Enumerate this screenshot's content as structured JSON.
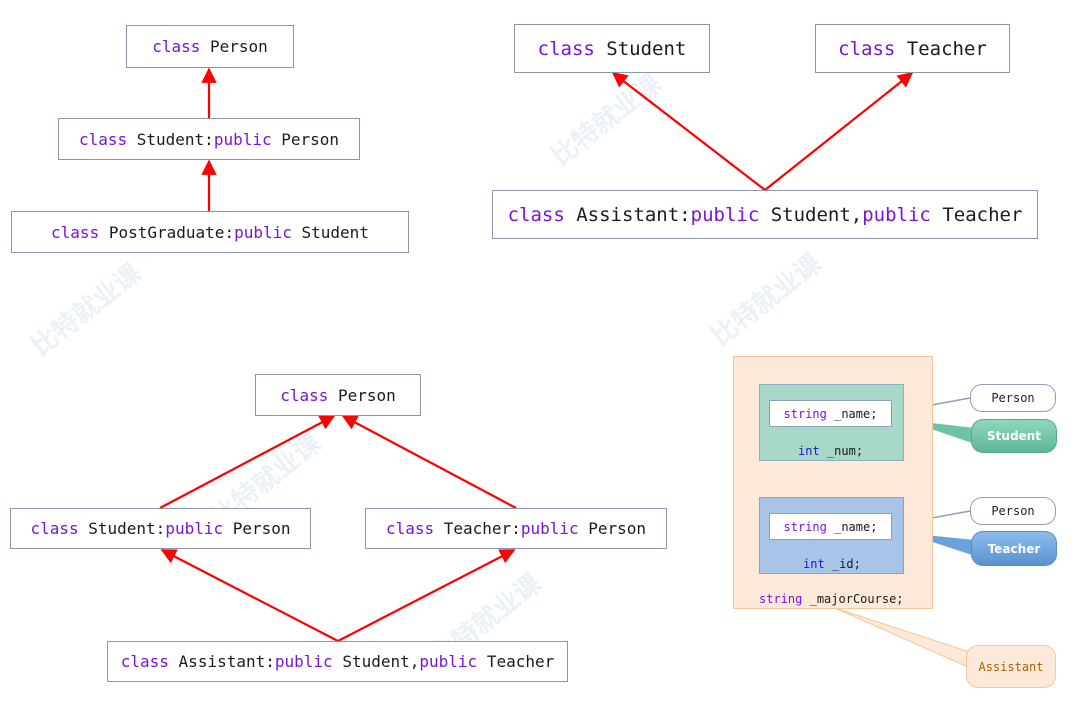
{
  "diagrams": {
    "single_chain": {
      "person": {
        "kw": "class",
        "name": "Person"
      },
      "student": {
        "kw": "class",
        "name": "Student:",
        "kw2": "public",
        "name2": "Person"
      },
      "postgraduate": {
        "kw": "class",
        "name": "PostGraduate:",
        "kw2": "public",
        "name2": "Student"
      }
    },
    "multiple": {
      "student": {
        "kw": "class",
        "name": "Student"
      },
      "teacher": {
        "kw": "class",
        "name": "Teacher"
      },
      "assistant": {
        "kw": "class",
        "name": "Assistant:",
        "kw2": "public",
        "name2": "Student,",
        "kw3": "public",
        "name3": "Teacher"
      }
    },
    "diamond": {
      "person": {
        "kw": "class",
        "name": "Person"
      },
      "student": {
        "kw": "class",
        "name": "Student:",
        "kw2": "public",
        "name2": "Person"
      },
      "teacher": {
        "kw": "class",
        "name": "Teacher:",
        "kw2": "public",
        "name2": "Person"
      },
      "assistant": {
        "kw": "class",
        "name": "Assistant:",
        "kw2": "public",
        "name2": "Student,",
        "kw3": "public",
        "name3": "Teacher"
      }
    },
    "memory": {
      "student_part": {
        "field1_type": "string",
        "field1_name": "_name;",
        "field2_type": "int",
        "field2_name": "_num;",
        "person_label": "Person",
        "student_label": "Student"
      },
      "teacher_part": {
        "field1_type": "string",
        "field1_name": "_name;",
        "field2_type": "int",
        "field2_name": "_id;",
        "person_label": "Person",
        "teacher_label": "Teacher"
      },
      "own_field_type": "string",
      "own_field_name": "_majorCourse;",
      "assistant_label": "Assistant"
    }
  },
  "colors": {
    "arrow": "#ff0000",
    "keyword": "#7a14d6",
    "box_border": "#8c96ab",
    "student_part_bg": "#a8d8c8",
    "teacher_part_bg": "#a8c4e8",
    "assistant_bg": "#fde9d9",
    "student_bubble": "#6cc4a4",
    "teacher_bubble": "#6aa2dc",
    "assistant_bubble": "#fde9d9"
  }
}
